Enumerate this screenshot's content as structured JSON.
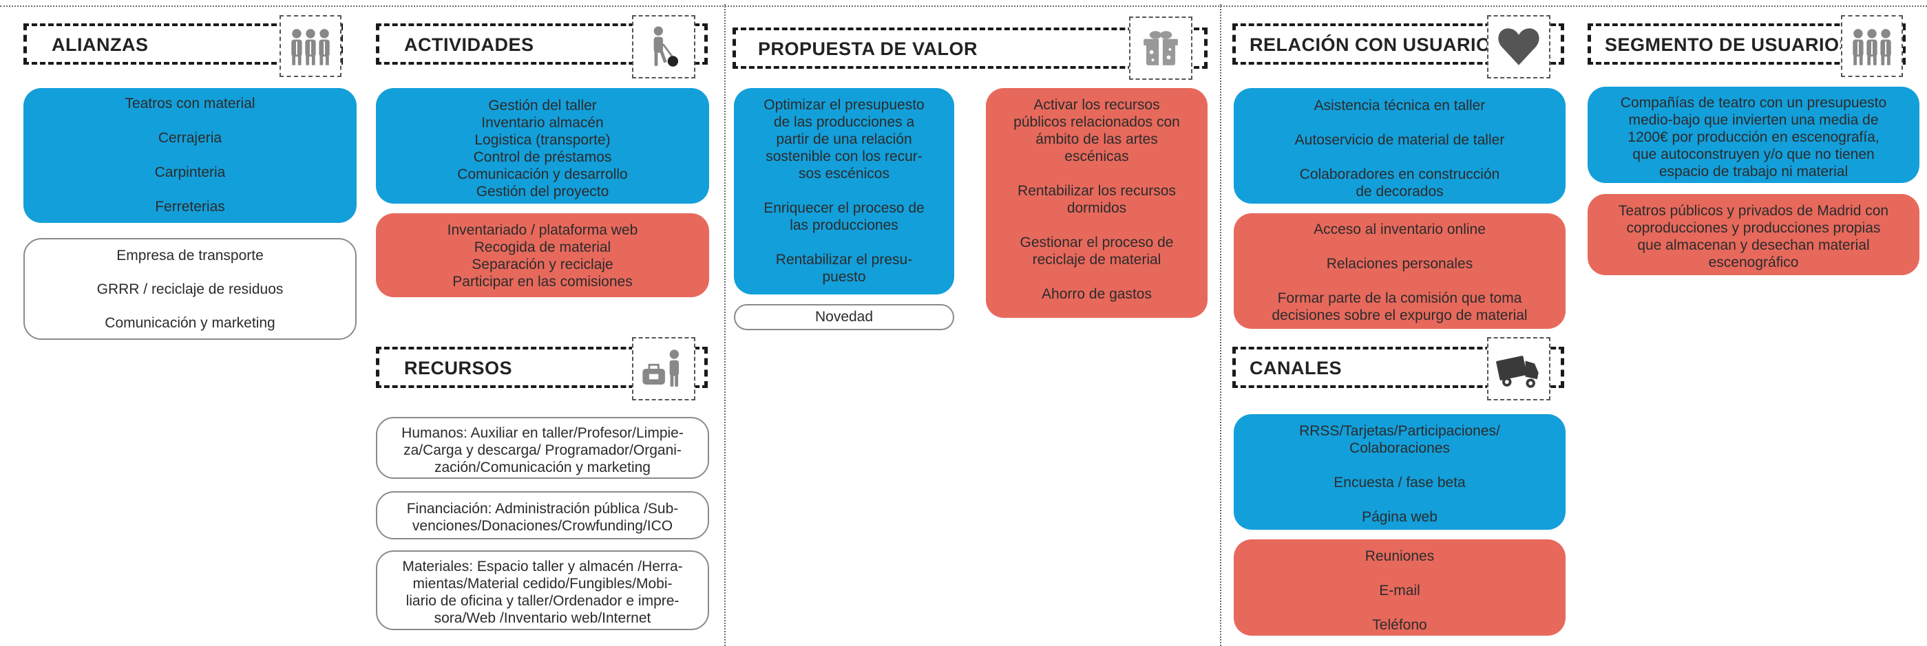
{
  "colors": {
    "blue": "#139fda",
    "red": "#e7695c",
    "dark": "#1a1a1a"
  },
  "alianzas": {
    "title": "ALIANZAS",
    "icon": "people-icon",
    "blue": [
      "Teatros con material",
      "Cerrajeria",
      "Carpinteria",
      "Ferreterias"
    ],
    "white": [
      "Empresa de transporte",
      "GRRR / reciclaje de residuos",
      "Comunicación y marketing"
    ]
  },
  "actividades": {
    "title": "ACTIVIDADES",
    "icon": "worker-cart-icon",
    "blue": [
      "Gestión del taller",
      "Inventario almacén",
      "Logistica (transporte)",
      "Control de préstamos",
      "Comunicación y desarrollo",
      "Gestión del proyecto"
    ],
    "red": [
      "Inventariado / plataforma web",
      "Recogida de material",
      "Separación y reciclaje",
      "Participar en las comisiones"
    ]
  },
  "recursos": {
    "title": "RECURSOS",
    "icon": "worker-toolbox-icon",
    "humanos": [
      "Humanos: Auxiliar en taller/Profesor/Limpie-",
      "za/Carga y descarga/ Programador/Organi-",
      "zación/Comunicación y marketing"
    ],
    "financiacion": [
      "Financiación: Administración pública /Sub-",
      "venciones/Donaciones/Crowfunding/ICO"
    ],
    "materiales": [
      "Materiales: Espacio taller y almacén /Herra-",
      "mientas/Material cedido/Fungibles/Mobi-",
      "liario de oficina y taller/Ordenador e impre-",
      "sora/Web /Inventario web/Internet"
    ]
  },
  "propuesta": {
    "title": "PROPUESTA DE VALOR",
    "icon": "gift-icon",
    "blue1": [
      "Optimizar el presupuesto",
      "de las producciones a",
      "partir de una relación",
      "sostenible con los recur-",
      "sos escénicos"
    ],
    "blue2": [
      "Enriquecer el proceso de",
      "las producciones"
    ],
    "blue3": [
      "Rentabilizar el presu-",
      "puesto"
    ],
    "novedad": "Novedad",
    "red1": [
      "Activar los recursos",
      "públicos relacionados con",
      "ámbito de las artes",
      "escénicas"
    ],
    "red2": [
      "Rentabilizar los recursos",
      "dormidos"
    ],
    "red3": [
      "Gestionar el proceso de",
      "reciclaje de material"
    ],
    "red4": [
      "Ahorro de gastos"
    ]
  },
  "relacion": {
    "title": "RELACIÓN CON USUARIOS",
    "icon": "heart-icon",
    "blue": [
      [
        "Asistencia técnica en taller"
      ],
      [
        "Autoservicio de material de taller"
      ],
      [
        "Colaboradores en construcción",
        "de decorados"
      ]
    ],
    "red": [
      [
        "Acceso al inventario online"
      ],
      [
        "Relaciones personales"
      ],
      [
        "Formar parte de la comisión que toma",
        "decisiones sobre el expurgo de material"
      ]
    ]
  },
  "canales": {
    "title": "CANALES",
    "icon": "truck-icon",
    "blue": [
      [
        "RRSS/Tarjetas/Participaciones/",
        "Colaboraciones"
      ],
      [
        "Encuesta / fase beta"
      ],
      [
        "Página web"
      ]
    ],
    "red": [
      [
        "Reuniones"
      ],
      [
        "E-mail"
      ],
      [
        "Teléfono"
      ]
    ]
  },
  "segmento": {
    "title": "SEGMENTO DE USUARIOS",
    "icon": "people-icon",
    "blue": [
      "Compañías de teatro con un presupuesto",
      "medio-bajo que invierten una media de",
      "1200€ por producción en escenografía,",
      "que autoconstruyen y/o que no tienen",
      "espacio de trabajo ni material"
    ],
    "red": [
      "Teatros públicos y privados de Madrid con",
      "coproducciones y producciones propias",
      "que almacenan y desechan material",
      "escenográfico"
    ]
  }
}
